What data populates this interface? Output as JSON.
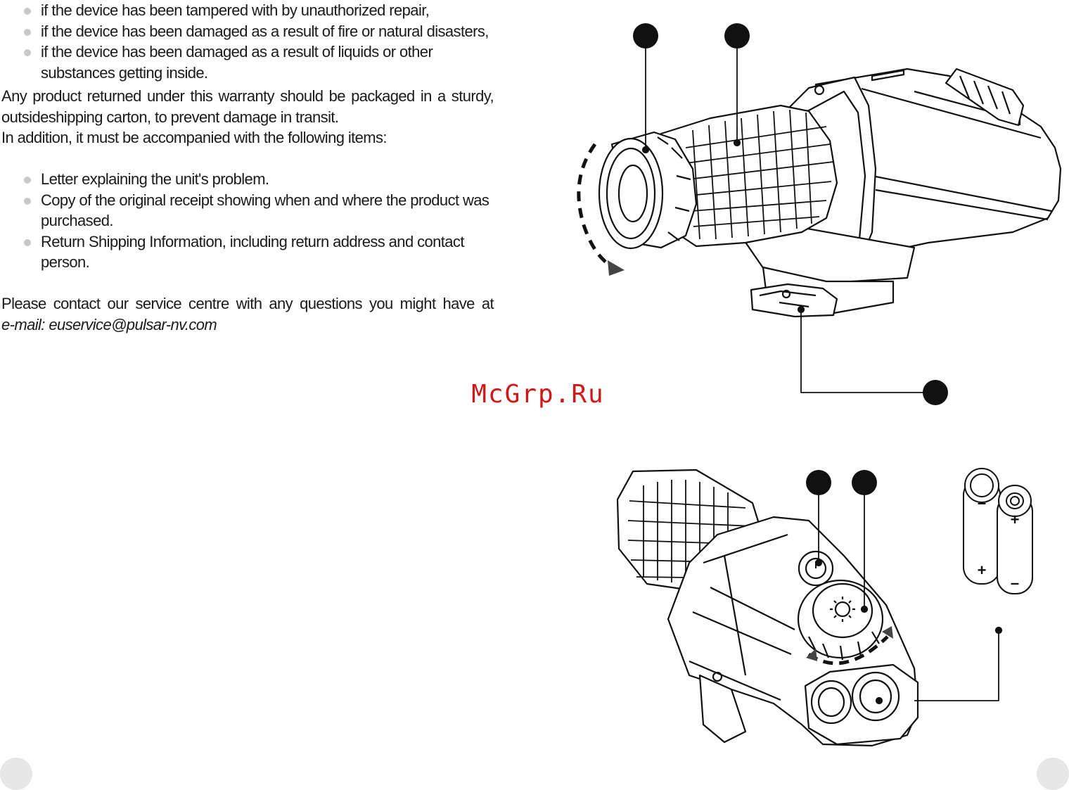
{
  "warranty_exclusions": [
    "if the device has been tampered with by unauthorized repair,",
    "if the device has been damaged as a result of fire or natural disasters,",
    "if the device has been damaged as a result of liquids or other substances getting inside."
  ],
  "return_paragraph_1": "Any product returned under this warranty should be packaged in a sturdy,",
  "return_paragraph_2": "outsideshipping carton, to prevent damage in transit.",
  "return_paragraph_3": "In addition, it must be accompanied with the following items:",
  "return_items": [
    "Letter explaining the unit's problem.",
    "Copy of the original receipt showing when and where the product was purchased.",
    "Return Shipping Information, including return address and contact person."
  ],
  "contact_line": "Please contact our service centre with any questions you might have at",
  "contact_email": "e-mail: euservice@pulsar-nv.com",
  "watermark": "McGrp.Ru",
  "battery_signs": {
    "minus": "–",
    "plus": "+"
  },
  "colors": {
    "text": "#1a1a1a",
    "watermark": "#d01818",
    "callout": "#111111",
    "bullet": "#c8c8c8",
    "page_marker": "#e6e6e6"
  }
}
